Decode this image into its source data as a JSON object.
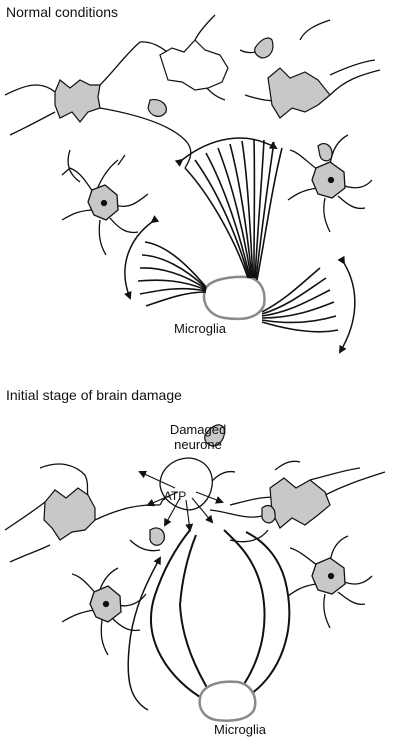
{
  "panels": {
    "normal": {
      "title": "Normal conditions",
      "microglia_label": "Microglia"
    },
    "damage": {
      "title": "Initial stage of brain damage",
      "damaged_neurone_label": "Damaged\nneurone",
      "atp_label": "ATP",
      "microglia_label": "Microglia"
    }
  },
  "colors": {
    "cell_fill": "#c8c8c8",
    "microglia_stroke": "#8a8a8a",
    "line": "#111111"
  },
  "icons": [
    "neurone-shape",
    "astrocyte-shape",
    "microglia-shape",
    "double-arrow"
  ]
}
